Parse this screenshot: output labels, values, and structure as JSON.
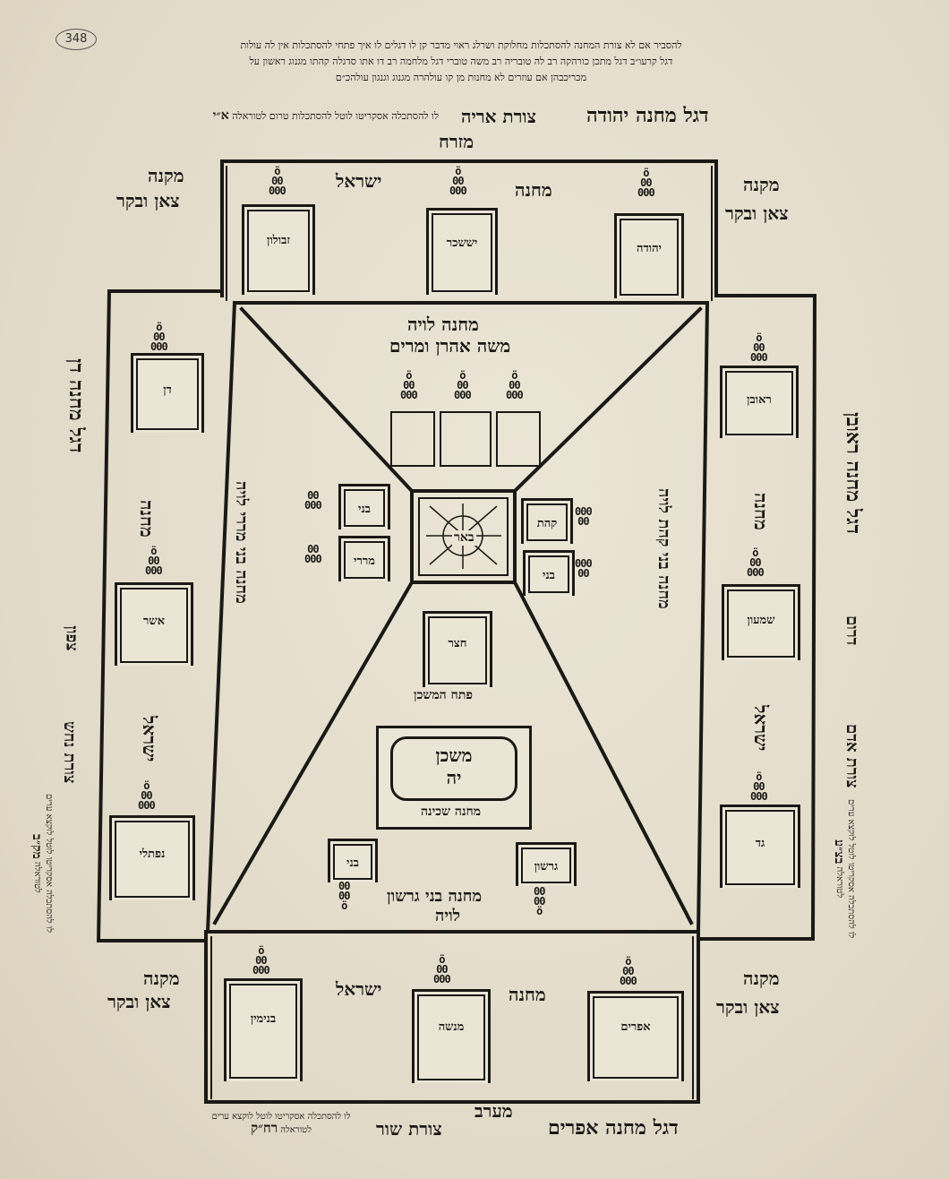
{
  "page_number": "348",
  "header": {
    "lines": [
      "להסביר אם לא צורת המחנה להסתכלות מחלוקת ושרלג ראוי מדבר קן לו דגלים לו איך פתחי להסתכלות אין לה עולות",
      "דגל קרעו״ב דגל מתכן כורהקה רב לה טובריה רב משה טוברי דגל מלחמה רב דו אתו סדגלה קהתו מגנוג ראשון על",
      "מכריכבהן אם עוזרים לא מחנות מן קו עולהרה מגנוג וגנגון עולהכ״ם"
    ]
  },
  "top": {
    "degel": "דגל מחנה יהודה",
    "form": "צורת אריה",
    "note": "לו להסתכלה אסקריטו לוטל להסתכלות טרום לטוראלה",
    "note_tag": "א״י",
    "direction": "מזרח",
    "machaneh": "מחנה",
    "yisrael": "ישראל",
    "tents": [
      "יהודה",
      "יששכר",
      "זבולון"
    ]
  },
  "bottom": {
    "degel": "דגל מחנה אפרים",
    "form": "צורת שור",
    "direction": "מערב",
    "note": "לו להסתכלה אסקריטו לוטל לוקצא ערים לטוראלה",
    "note_tag": "רח״ק",
    "machaneh": "מחנה",
    "yisrael": "ישראל",
    "tents": [
      "אפרים",
      "מנשה",
      "בנימין"
    ]
  },
  "right": {
    "degel": "דגל מחנה ראובן",
    "form": "צורת אדם",
    "direction": "דרום",
    "note": "לו להסתכלה אסקריטו לוטל לוקצא ערים לטוראלה",
    "note_tag": "בצ״ע",
    "machaneh_glyph": "מחנה",
    "yisrael_glyph": "ישראל",
    "tents": [
      "ראובן",
      "שמעון",
      "גד"
    ]
  },
  "left": {
    "degel": "דגל מחנה דן",
    "form": "צורת נחש",
    "direction": "צפון",
    "note": "לו להסתכלה אסקריטו לוטל לוקצא ערים לטוראלה",
    "note_tag": "מק״ב",
    "machaneh": "מחנה",
    "yisrael": "ישראל",
    "tents": [
      "דן",
      "אשר",
      "נפתלי"
    ]
  },
  "corners": {
    "label_1": "מקנה",
    "label_2": "צאן ובקר"
  },
  "inner": {
    "levi_camp": "מחנה לויה",
    "moshe": "משה אהרן ומרים",
    "north_levi": "מחנה בני מררי לויה",
    "south_levi": "מחנה בני קהת לויה",
    "west_levi_1": "מחנה בני גרשון",
    "west_levi_2": "לויה",
    "well": "באר",
    "courtyard": "חצר",
    "entrance": "פתח המשכן",
    "mishkan": "משכן",
    "mishkan_2": "יה",
    "shechina": "מחנה שכינה",
    "small_tents": {
      "north_top": "בני",
      "north_bottom": "מררי",
      "south_top": "קהת",
      "south_bottom": "בני",
      "west_left": "בני",
      "west_right": "גרשון"
    }
  },
  "colors": {
    "paper": "#e6dfcf",
    "ink": "#1b1916"
  }
}
